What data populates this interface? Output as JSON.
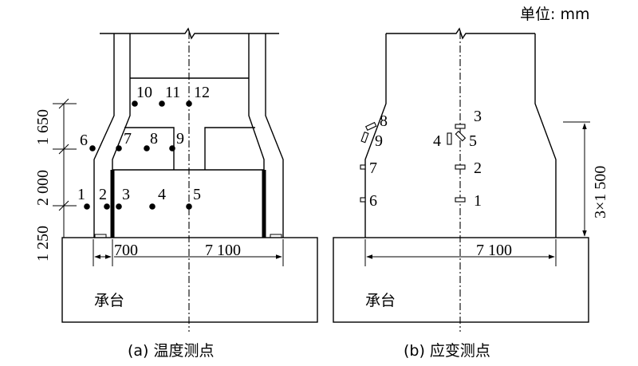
{
  "unit_label": "单位: mm",
  "panel_a": {
    "caption": "(a) 温度测点",
    "cap_label": "承台",
    "dims": {
      "left": "700",
      "width": "7 100"
    },
    "vertical_dims": [
      "1 250",
      "2 000",
      "1 650"
    ],
    "points": [
      "1",
      "2",
      "3",
      "4",
      "5",
      "6",
      "7",
      "8",
      "9",
      "10",
      "11",
      "12"
    ]
  },
  "panel_b": {
    "caption": "(b) 应变测点",
    "cap_label": "承台",
    "dims": {
      "width": "7 100",
      "height": "3×1 500"
    },
    "gauges": [
      "1",
      "2",
      "3",
      "4",
      "5",
      "6",
      "7",
      "8",
      "9"
    ]
  }
}
